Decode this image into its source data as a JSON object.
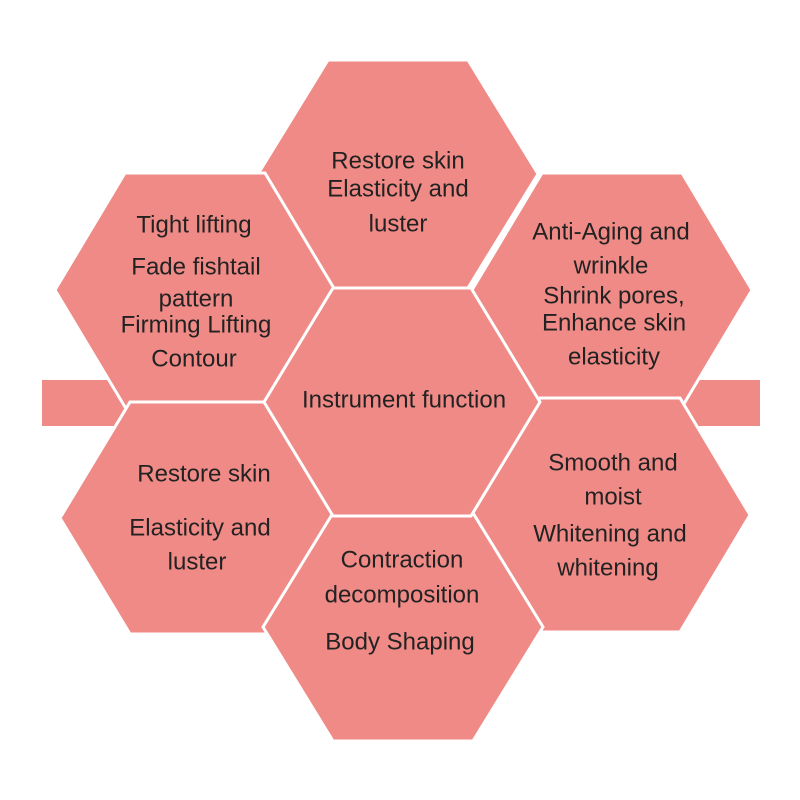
{
  "colors": {
    "fill": "#f08a86",
    "stroke": "#ffffff",
    "text": "#222222"
  },
  "center": {
    "label": "Instrument function"
  },
  "hexagons": [
    {
      "id": "top",
      "lines": [
        "Restore skin",
        "Elasticity and",
        "luster"
      ]
    },
    {
      "id": "upper-left",
      "lines": [
        "Tight lifting",
        "Fade fishtail",
        "pattern",
        "Firming Lifting",
        "Contour"
      ]
    },
    {
      "id": "upper-right",
      "lines": [
        "Anti-Aging and",
        "wrinkle",
        "Shrink pores,",
        "Enhance skin",
        "elasticity"
      ]
    },
    {
      "id": "lower-left",
      "lines": [
        "Restore skin",
        "Elasticity and",
        "luster"
      ]
    },
    {
      "id": "lower-right",
      "lines": [
        "Smooth and",
        "moist",
        "Whitening and",
        "whitening"
      ]
    },
    {
      "id": "bottom",
      "lines": [
        "Contraction",
        "decomposition",
        "Body Shaping"
      ]
    }
  ]
}
